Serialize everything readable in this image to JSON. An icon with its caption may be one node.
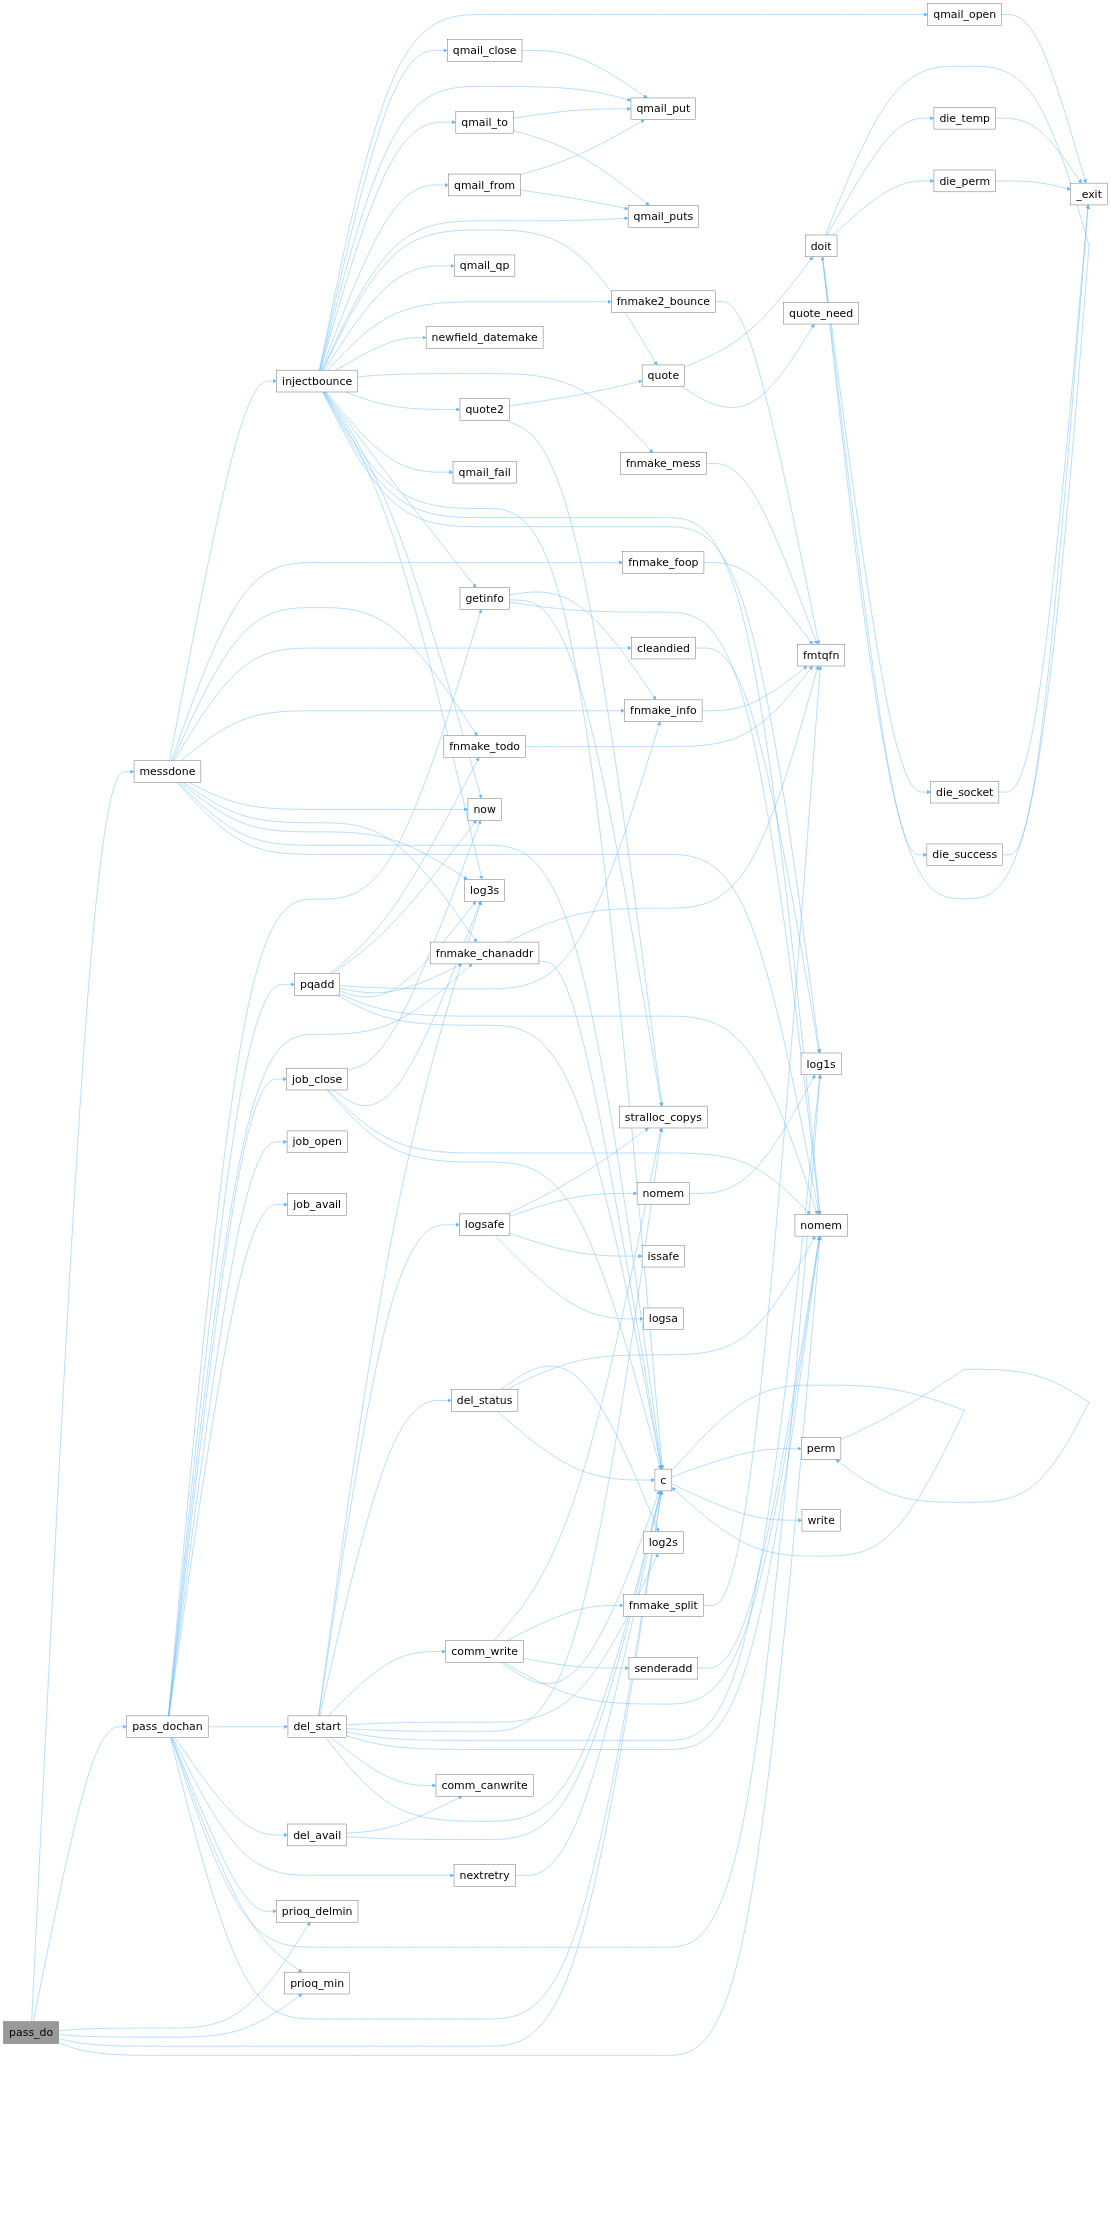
{
  "diagram": {
    "nodes": [
      {
        "text": [
          "pass_do"
        ]
      },
      {
        "text": [
          "messdone"
        ]
      },
      {
        "text": [
          "pass_dochan"
        ]
      },
      {
        "text": [
          "injectbounce"
        ]
      },
      {
        "text": [
          "fnmake_foop"
        ]
      },
      {
        "text": [
          "fnmake_todo"
        ]
      },
      {
        "text": [
          "cleandied"
        ]
      },
      {
        "text": [
          "getinfo"
        ]
      },
      {
        "text": [
          "now"
        ]
      },
      {
        "text": [
          "pqadd"
        ]
      },
      {
        "text": [
          "fnmake_chanaddr"
        ]
      },
      {
        "text": [
          "log3s"
        ]
      },
      {
        "text": [
          "job_close"
        ]
      },
      {
        "text": [
          "job_open"
        ]
      },
      {
        "text": [
          "job_avail"
        ]
      },
      {
        "text": [
          "del_start"
        ]
      },
      {
        "text": [
          "del_avail"
        ]
      },
      {
        "text": [
          "nextretry"
        ]
      },
      {
        "text": [
          "prioq_delmin"
        ]
      },
      {
        "text": [
          "prioq_min"
        ]
      },
      {
        "text": [
          "qmail_open"
        ]
      },
      {
        "text": [
          "qmail_close"
        ]
      },
      {
        "text": [
          "qmail_put"
        ]
      },
      {
        "text": [
          "qmail_to"
        ]
      },
      {
        "text": [
          "qmail_from"
        ]
      },
      {
        "text": [
          "qmail_puts"
        ]
      },
      {
        "text": [
          "quote"
        ]
      },
      {
        "text": [
          "qmail_qp"
        ]
      },
      {
        "text": [
          "fnmake2_bounce"
        ]
      },
      {
        "text": [
          "newfield_datemake"
        ]
      },
      {
        "text": [
          "fnmake_mess"
        ]
      },
      {
        "text": [
          "quote2"
        ]
      },
      {
        "text": [
          "qmail_fail"
        ]
      },
      {
        "text": [
          "fnmake_info"
        ]
      },
      {
        "text": [
          "stralloc_copys"
        ]
      },
      {
        "text": [
          "nomem"
        ]
      },
      {
        "text": [
          "issafe"
        ]
      },
      {
        "text": [
          "logsa"
        ]
      },
      {
        "text": [
          "log2s"
        ]
      },
      {
        "text": [
          "logsafe"
        ]
      },
      {
        "text": [
          "del_status"
        ]
      },
      {
        "text": [
          "comm_write"
        ]
      },
      {
        "text": [
          "fnmake_split"
        ]
      },
      {
        "text": [
          "senderadd"
        ]
      },
      {
        "text": [
          "comm_canwrite"
        ]
      },
      {
        "text": [
          "c"
        ]
      },
      {
        "text": [
          "doit"
        ]
      },
      {
        "text": [
          "quote_need"
        ]
      },
      {
        "text": [
          "fmtqfn"
        ]
      },
      {
        "text": [
          "log1s"
        ]
      },
      {
        "text": [
          "nomem"
        ]
      },
      {
        "text": [
          "perm"
        ]
      },
      {
        "text": [
          "write"
        ]
      },
      {
        "text": [
          "die_temp"
        ]
      },
      {
        "text": [
          "die_perm"
        ]
      },
      {
        "text": [
          "die_socket"
        ]
      },
      {
        "text": [
          "die_success"
        ]
      },
      {
        "text": [
          "_exit"
        ]
      }
    ],
    "edges": [
      {
        "from": 0,
        "to": 1,
        "arrow": "to"
      },
      {
        "from": 0,
        "to": 2,
        "arrow": "to"
      },
      {
        "from": 0,
        "to": 18,
        "arrow": "to"
      },
      {
        "from": 0,
        "to": 19,
        "arrow": "to"
      },
      {
        "from": 0,
        "to": 45,
        "arrow": "to"
      },
      {
        "from": 0,
        "to": 50,
        "arrow": "to"
      },
      {
        "from": 1,
        "to": 3,
        "arrow": "to"
      },
      {
        "from": 1,
        "to": 4,
        "arrow": "to"
      },
      {
        "from": 1,
        "to": 5,
        "arrow": "to"
      },
      {
        "from": 1,
        "to": 6,
        "arrow": "to"
      },
      {
        "from": 1,
        "to": 33,
        "arrow": "to"
      },
      {
        "from": 1,
        "to": 8,
        "arrow": "to"
      },
      {
        "from": 1,
        "to": 10,
        "arrow": "to"
      },
      {
        "from": 1,
        "to": 11,
        "arrow": "to"
      },
      {
        "from": 1,
        "to": 45,
        "arrow": "to"
      },
      {
        "from": 1,
        "to": 50,
        "arrow": "to"
      },
      {
        "from": 2,
        "to": 7,
        "arrow": "to"
      },
      {
        "from": 2,
        "to": 9,
        "arrow": "to"
      },
      {
        "from": 2,
        "to": 10,
        "arrow": "to"
      },
      {
        "from": 2,
        "to": 12,
        "arrow": "to"
      },
      {
        "from": 2,
        "to": 13,
        "arrow": "to"
      },
      {
        "from": 2,
        "to": 14,
        "arrow": "to"
      },
      {
        "from": 2,
        "to": 15,
        "arrow": "to"
      },
      {
        "from": 2,
        "to": 16,
        "arrow": "to"
      },
      {
        "from": 2,
        "to": 17,
        "arrow": "to"
      },
      {
        "from": 2,
        "to": 18,
        "arrow": "to"
      },
      {
        "from": 2,
        "to": 19,
        "arrow": "to"
      },
      {
        "from": 2,
        "to": 49,
        "arrow": "to"
      },
      {
        "from": 2,
        "to": 45,
        "arrow": "to"
      },
      {
        "from": 3,
        "to": 20,
        "arrow": "to"
      },
      {
        "from": 3,
        "to": 21,
        "arrow": "to"
      },
      {
        "from": 3,
        "to": 22,
        "arrow": "to"
      },
      {
        "from": 3,
        "to": 23,
        "arrow": "to"
      },
      {
        "from": 3,
        "to": 24,
        "arrow": "to"
      },
      {
        "from": 3,
        "to": 25,
        "arrow": "to"
      },
      {
        "from": 3,
        "to": 26,
        "arrow": "to"
      },
      {
        "from": 3,
        "to": 27,
        "arrow": "to"
      },
      {
        "from": 3,
        "to": 28,
        "arrow": "to"
      },
      {
        "from": 3,
        "to": 29,
        "arrow": "to"
      },
      {
        "from": 3,
        "to": 30,
        "arrow": "to"
      },
      {
        "from": 3,
        "to": 31,
        "arrow": "to"
      },
      {
        "from": 3,
        "to": 32,
        "arrow": "to"
      },
      {
        "from": 3,
        "to": 7,
        "arrow": "to"
      },
      {
        "from": 3,
        "to": 8,
        "arrow": "to"
      },
      {
        "from": 3,
        "to": 11,
        "arrow": "to"
      },
      {
        "from": 3,
        "to": 45,
        "arrow": "to"
      },
      {
        "from": 3,
        "to": 50,
        "arrow": "to"
      },
      {
        "from": 3,
        "to": 49,
        "arrow": "to"
      },
      {
        "from": 4,
        "to": 48,
        "arrow": "to"
      },
      {
        "from": 5,
        "to": 48,
        "arrow": "to"
      },
      {
        "from": 6,
        "to": 49,
        "arrow": "to"
      },
      {
        "from": 7,
        "to": 33,
        "arrow": "to"
      },
      {
        "from": 7,
        "to": 34,
        "arrow": "to"
      },
      {
        "from": 7,
        "to": 50,
        "arrow": "to"
      },
      {
        "from": 9,
        "to": 5,
        "arrow": "to"
      },
      {
        "from": 9,
        "to": 8,
        "arrow": "to"
      },
      {
        "from": 9,
        "to": 33,
        "arrow": "to"
      },
      {
        "from": 9,
        "to": 10,
        "arrow": "to"
      },
      {
        "from": 9,
        "to": 11,
        "arrow": "to"
      },
      {
        "from": 9,
        "to": 50,
        "arrow": "to"
      },
      {
        "from": 9,
        "to": 45,
        "arrow": "to"
      },
      {
        "from": 10,
        "to": 48,
        "arrow": "to"
      },
      {
        "from": 10,
        "to": 45,
        "arrow": "to"
      },
      {
        "from": 12,
        "to": 8,
        "arrow": "to"
      },
      {
        "from": 12,
        "to": 11,
        "arrow": "to"
      },
      {
        "from": 12,
        "to": 50,
        "arrow": "to"
      },
      {
        "from": 12,
        "to": 45,
        "arrow": "to"
      },
      {
        "from": 15,
        "to": 11,
        "arrow": "to"
      },
      {
        "from": 15,
        "to": 39,
        "arrow": "to"
      },
      {
        "from": 15,
        "to": 40,
        "arrow": "to"
      },
      {
        "from": 15,
        "to": 41,
        "arrow": "to"
      },
      {
        "from": 15,
        "to": 38,
        "arrow": "to"
      },
      {
        "from": 15,
        "to": 34,
        "arrow": "to"
      },
      {
        "from": 15,
        "to": 49,
        "arrow": "to"
      },
      {
        "from": 15,
        "to": 50,
        "arrow": "to"
      },
      {
        "from": 15,
        "to": 44,
        "arrow": "to"
      },
      {
        "from": 15,
        "to": 45,
        "arrow": "to"
      },
      {
        "from": 16,
        "to": 44,
        "arrow": "to"
      },
      {
        "from": 16,
        "to": 45,
        "arrow": "to"
      },
      {
        "from": 17,
        "to": 45,
        "arrow": "to"
      },
      {
        "from": 20,
        "to": 57,
        "arrow": "to"
      },
      {
        "from": 21,
        "to": 22,
        "arrow": "to"
      },
      {
        "from": 23,
        "to": 22,
        "arrow": "to"
      },
      {
        "from": 23,
        "to": 25,
        "arrow": "to"
      },
      {
        "from": 24,
        "to": 22,
        "arrow": "to"
      },
      {
        "from": 24,
        "to": 25,
        "arrow": "to"
      },
      {
        "from": 26,
        "to": 46,
        "arrow": "to"
      },
      {
        "from": 26,
        "to": 47,
        "arrow": "to"
      },
      {
        "from": 28,
        "to": 48,
        "arrow": "to"
      },
      {
        "from": 30,
        "to": 48,
        "arrow": "to"
      },
      {
        "from": 31,
        "to": 26,
        "arrow": "to"
      },
      {
        "from": 31,
        "to": 34,
        "arrow": "to"
      },
      {
        "from": 33,
        "to": 48,
        "arrow": "to"
      },
      {
        "from": 35,
        "to": 49,
        "arrow": "to"
      },
      {
        "from": 39,
        "to": 34,
        "arrow": "to"
      },
      {
        "from": 39,
        "to": 35,
        "arrow": "to"
      },
      {
        "from": 39,
        "to": 36,
        "arrow": "to"
      },
      {
        "from": 39,
        "to": 37,
        "arrow": "to"
      },
      {
        "from": 40,
        "to": 38,
        "arrow": "to"
      },
      {
        "from": 40,
        "to": 50,
        "arrow": "to"
      },
      {
        "from": 40,
        "to": 45,
        "arrow": "to"
      },
      {
        "from": 41,
        "to": 34,
        "arrow": "to"
      },
      {
        "from": 41,
        "to": 42,
        "arrow": "to"
      },
      {
        "from": 41,
        "to": 43,
        "arrow": "to"
      },
      {
        "from": 41,
        "to": 50,
        "arrow": "to"
      },
      {
        "from": 41,
        "to": 45,
        "arrow": "to"
      },
      {
        "from": 42,
        "to": 48,
        "arrow": "to"
      },
      {
        "from": 43,
        "to": 50,
        "arrow": "to"
      },
      {
        "from": 45,
        "to": 45,
        "arrow": "to"
      },
      {
        "from": 45,
        "to": 51,
        "arrow": "to"
      },
      {
        "from": 45,
        "to": 52,
        "arrow": "to"
      },
      {
        "from": 46,
        "to": 46,
        "arrow": "to"
      },
      {
        "from": 46,
        "to": 53,
        "arrow": "to"
      },
      {
        "from": 46,
        "to": 54,
        "arrow": "to"
      },
      {
        "from": 46,
        "to": 55,
        "arrow": "to"
      },
      {
        "from": 46,
        "to": 56,
        "arrow": "to"
      },
      {
        "from": 51,
        "to": 51,
        "arrow": "to"
      },
      {
        "from": 53,
        "to": 57,
        "arrow": "to"
      },
      {
        "from": 54,
        "to": 57,
        "arrow": "to"
      },
      {
        "from": 55,
        "to": 57,
        "arrow": "to"
      },
      {
        "from": 56,
        "to": 57,
        "arrow": "to"
      }
    ]
  }
}
